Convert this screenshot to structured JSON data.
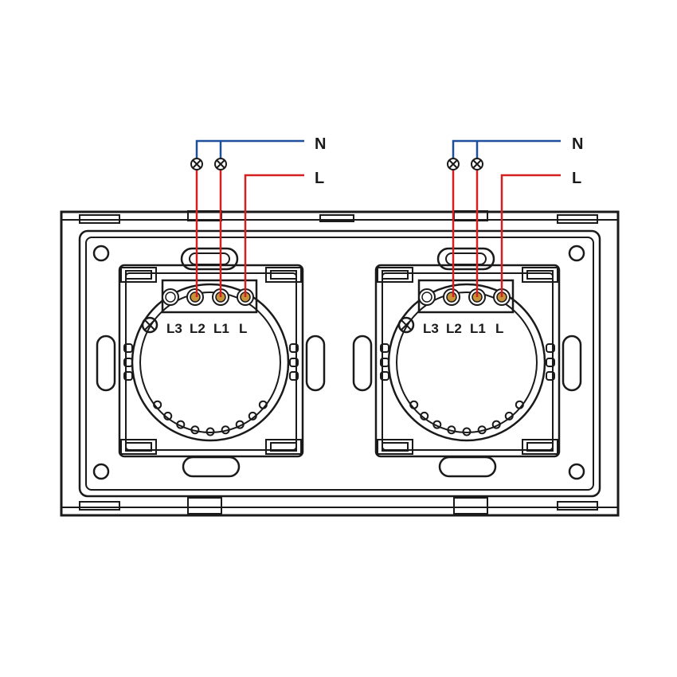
{
  "wiring": {
    "neutral_label": "N",
    "live_label": "L",
    "neutral_color": "#1f4e9c",
    "live_color": "#d42020",
    "terminal_color": "#c8923a"
  },
  "modules": [
    {
      "terminals": [
        "L3",
        "L2",
        "L1",
        "L"
      ]
    },
    {
      "terminals": [
        "L3",
        "L2",
        "L1",
        "L"
      ]
    }
  ]
}
